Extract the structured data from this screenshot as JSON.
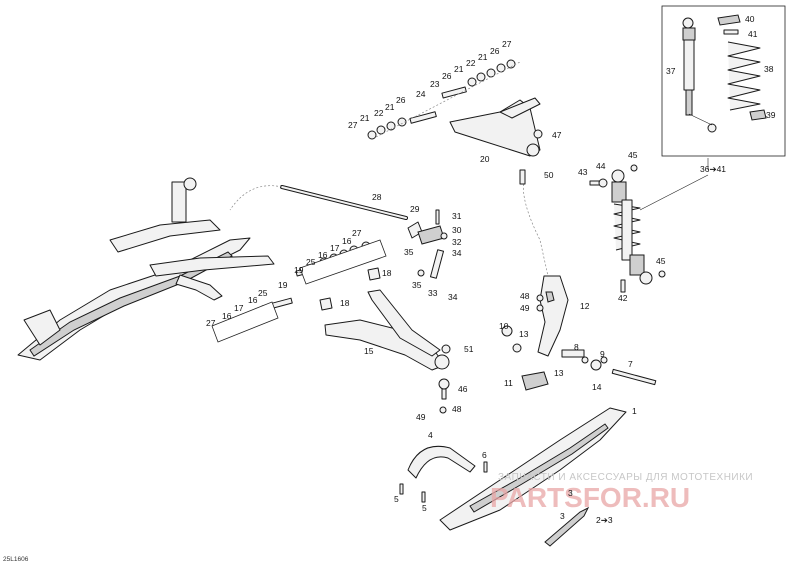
{
  "diagram_code": "25L1606",
  "watermark": {
    "tagline": "ЗАПЧАСТИ И АКСЕССУАРЫ ДЛЯ МОТОТЕХНИКИ",
    "logo": "PARTSFOR.RU"
  },
  "callouts": [
    {
      "id": "c40",
      "label": "40"
    },
    {
      "id": "c41",
      "label": "41"
    },
    {
      "id": "c37",
      "label": "37"
    },
    {
      "id": "c38",
      "label": "38"
    },
    {
      "id": "c39",
      "label": "39"
    },
    {
      "id": "c36",
      "label": "36➔41"
    },
    {
      "id": "c27a",
      "label": "27"
    },
    {
      "id": "c21a",
      "label": "21"
    },
    {
      "id": "c26a",
      "label": "26"
    },
    {
      "id": "c22a",
      "label": "22"
    },
    {
      "id": "c21b",
      "label": "21"
    },
    {
      "id": "c23",
      "label": "23"
    },
    {
      "id": "c26b",
      "label": "26"
    },
    {
      "id": "c21c",
      "label": "21"
    },
    {
      "id": "c22b",
      "label": "22"
    },
    {
      "id": "c21d",
      "label": "21"
    },
    {
      "id": "c26c",
      "label": "26"
    },
    {
      "id": "c27b",
      "label": "27"
    },
    {
      "id": "c24",
      "label": "24"
    },
    {
      "id": "c20",
      "label": "20"
    },
    {
      "id": "c47",
      "label": "47"
    },
    {
      "id": "c50",
      "label": "50"
    },
    {
      "id": "c43",
      "label": "43"
    },
    {
      "id": "c44",
      "label": "44"
    },
    {
      "id": "c45a",
      "label": "45"
    },
    {
      "id": "c45b",
      "label": "45"
    },
    {
      "id": "c42",
      "label": "42"
    },
    {
      "id": "c28",
      "label": "28"
    },
    {
      "id": "c29",
      "label": "29"
    },
    {
      "id": "c31",
      "label": "31"
    },
    {
      "id": "c30",
      "label": "30"
    },
    {
      "id": "c32",
      "label": "32"
    },
    {
      "id": "c35a",
      "label": "35"
    },
    {
      "id": "c34a",
      "label": "34"
    },
    {
      "id": "c35b",
      "label": "35"
    },
    {
      "id": "c33",
      "label": "33"
    },
    {
      "id": "c34b",
      "label": "34"
    },
    {
      "id": "c27c",
      "label": "27"
    },
    {
      "id": "c16a",
      "label": "16"
    },
    {
      "id": "c17a",
      "label": "17"
    },
    {
      "id": "c16b",
      "label": "16"
    },
    {
      "id": "c25a",
      "label": "25"
    },
    {
      "id": "c19a",
      "label": "19"
    },
    {
      "id": "c18a",
      "label": "18"
    },
    {
      "id": "c18b",
      "label": "18"
    },
    {
      "id": "c19b",
      "label": "19"
    },
    {
      "id": "c25b",
      "label": "25"
    },
    {
      "id": "c16c",
      "label": "16"
    },
    {
      "id": "c17b",
      "label": "17"
    },
    {
      "id": "c16d",
      "label": "16"
    },
    {
      "id": "c27d",
      "label": "27"
    },
    {
      "id": "c15",
      "label": "15"
    },
    {
      "id": "c51",
      "label": "51"
    },
    {
      "id": "c46",
      "label": "46"
    },
    {
      "id": "c49a",
      "label": "49"
    },
    {
      "id": "c48a",
      "label": "48"
    },
    {
      "id": "c48b",
      "label": "48"
    },
    {
      "id": "c49b",
      "label": "49"
    },
    {
      "id": "c12",
      "label": "12"
    },
    {
      "id": "c10",
      "label": "10"
    },
    {
      "id": "c13a",
      "label": "13"
    },
    {
      "id": "c8",
      "label": "8"
    },
    {
      "id": "c9",
      "label": "9"
    },
    {
      "id": "c7",
      "label": "7"
    },
    {
      "id": "c13b",
      "label": "13"
    },
    {
      "id": "c14",
      "label": "14"
    },
    {
      "id": "c11",
      "label": "11"
    },
    {
      "id": "c1",
      "label": "1"
    },
    {
      "id": "c4",
      "label": "4"
    },
    {
      "id": "c6",
      "label": "6"
    },
    {
      "id": "c5a",
      "label": "5"
    },
    {
      "id": "c5b",
      "label": "5"
    },
    {
      "id": "c3a",
      "label": "3"
    },
    {
      "id": "c3b",
      "label": "3"
    },
    {
      "id": "c23b",
      "label": "2➔3"
    }
  ]
}
